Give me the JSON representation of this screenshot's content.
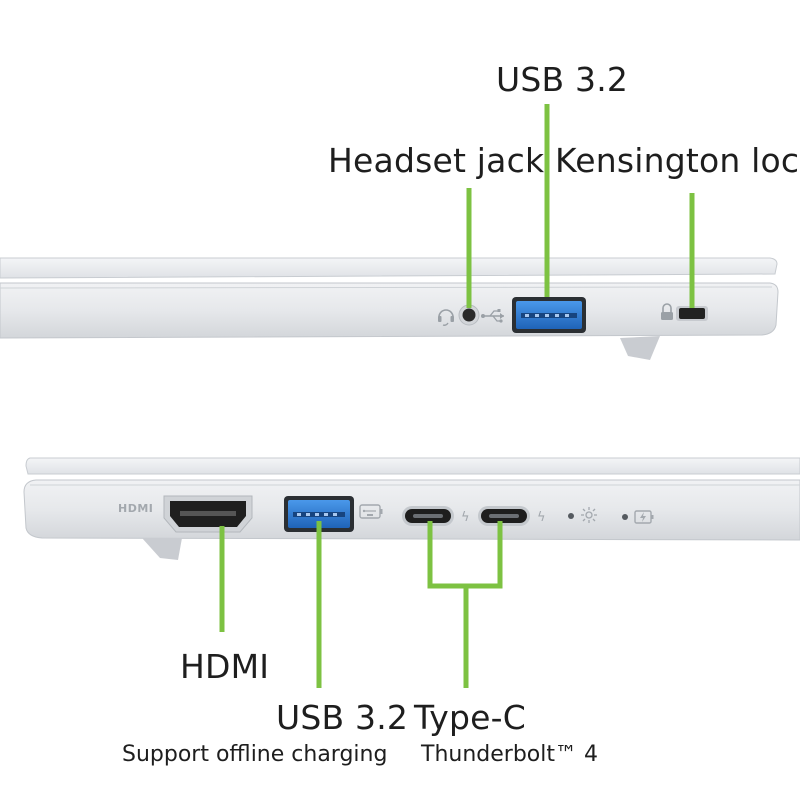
{
  "callouts": {
    "usb_top": "USB 3.2",
    "headset_jack": "Headset jack",
    "kensington_lock": "Kensington lock",
    "hdmi": "HDMI",
    "usb_bottom": "USB 3.2",
    "usb_bottom_note": "Support offline charging",
    "type_c": "Type-C",
    "type_c_note": "Thunderbolt™ 4"
  },
  "port_markings": {
    "hdmi_logo": "HDMI"
  },
  "icons": {
    "top_side": [
      "headset-icon",
      "usb-trident-icon",
      "kensington-lock-icon"
    ],
    "bottom_side": [
      "usb-battery-icon",
      "thunderbolt-icon",
      "power-led-icon",
      "battery-led-icon"
    ]
  },
  "colors": {
    "callout_line": "#7dc242",
    "usb_port_blue": "#2f7fd6",
    "chassis_silver": "#e9ebee",
    "text": "#1e1e1e"
  }
}
